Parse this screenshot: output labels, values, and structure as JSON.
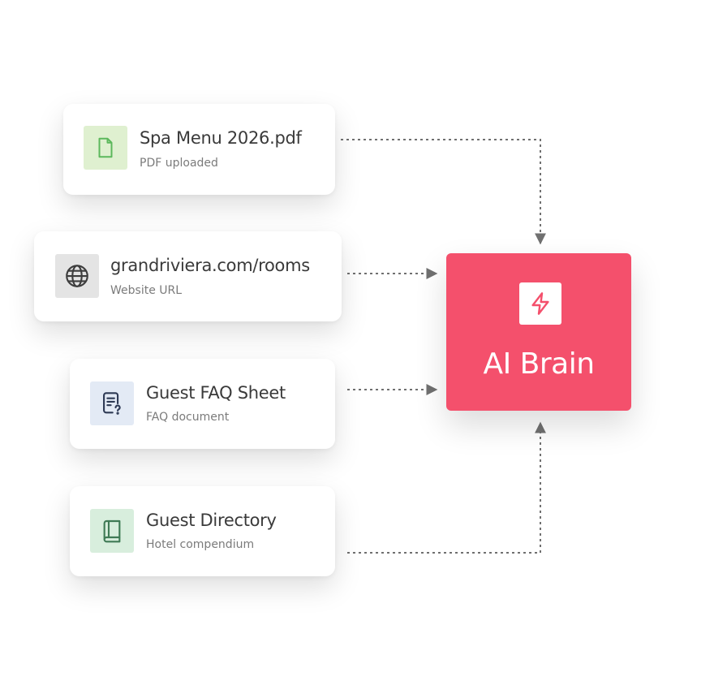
{
  "sources": [
    {
      "title": "Spa Menu 2026.pdf",
      "subtitle": "PDF uploaded",
      "icon": "file-icon",
      "icon_bg": "#dff0d0",
      "icon_color": "#5cb85c"
    },
    {
      "title": "grandriviera.com/rooms",
      "subtitle": "Website URL",
      "icon": "globe-icon",
      "icon_bg": "#e4e4e4",
      "icon_color": "#3d3d3d"
    },
    {
      "title": "Guest FAQ Sheet",
      "subtitle": "FAQ document",
      "icon": "faq-document-icon",
      "icon_bg": "#e3eaf5",
      "icon_color": "#2e3a55"
    },
    {
      "title": "Guest Directory",
      "subtitle": "Hotel compendium",
      "icon": "book-icon",
      "icon_bg": "#d8eedd",
      "icon_color": "#3f7a55"
    }
  ],
  "target": {
    "label": "AI Brain",
    "icon": "lightning-icon",
    "color": "#f4506c"
  },
  "connector_color": "#707070"
}
